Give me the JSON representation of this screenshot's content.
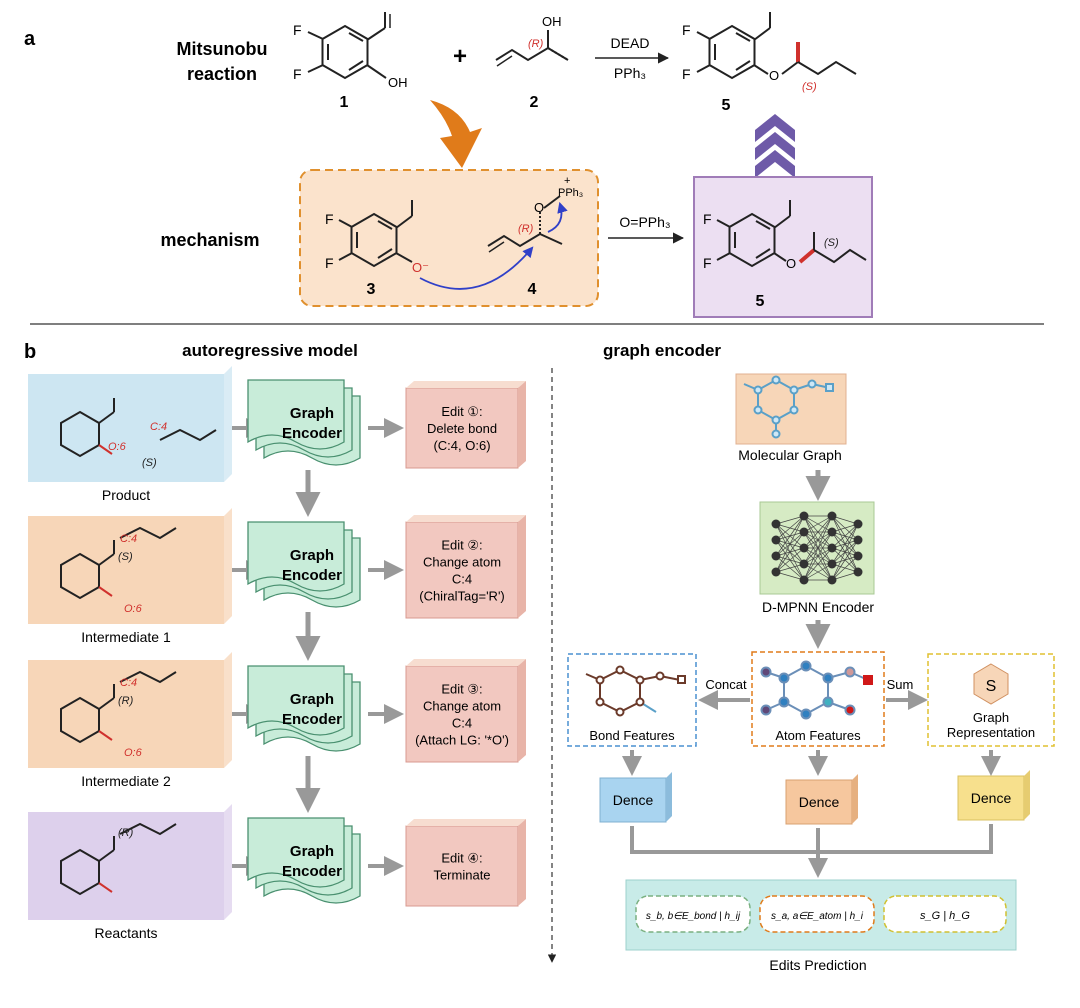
{
  "panel_a": {
    "letter": "a",
    "reaction_title_line1": "Mitsunobu",
    "reaction_title_line2": "reaction",
    "mechanism_title": "mechanism",
    "plus": "+",
    "reagent_top": "DEAD",
    "reagent_bottom": "PPh₃",
    "byproduct": "O=PPh₃",
    "compound_1": "1",
    "compound_2": "2",
    "compound_3": "3",
    "compound_4": "4",
    "compound_5": "5",
    "compound_5_box": "5",
    "stereo_R": "(R)",
    "stereo_S": "(S)",
    "atom_F": "F",
    "atom_OH": "OH",
    "atom_O": "O",
    "atom_O_minus": "O⁻",
    "atom_PPh3": "PPh₃",
    "plus_charge": "+"
  },
  "panel_b": {
    "letter": "b",
    "autoregressive_title": "autoregressive model",
    "graph_encoder_title": "graph encoder",
    "rows": [
      {
        "state_label": "Product",
        "encoder_line1": "Graph",
        "encoder_line2": "Encoder",
        "edit_lines": [
          "Edit ①:",
          "Delete bond",
          "(C:4, O:6)"
        ]
      },
      {
        "state_label": "Intermediate 1",
        "encoder_line1": "Graph",
        "encoder_line2": "Encoder",
        "edit_lines": [
          "Edit ②:",
          "Change atom",
          "C:4",
          "(ChiralTag='R')"
        ]
      },
      {
        "state_label": "Intermediate 2",
        "encoder_line1": "Graph",
        "encoder_line2": "Encoder",
        "edit_lines": [
          "Edit ③:",
          "Change atom",
          "C:4",
          "(Attach LG: '*O')"
        ]
      },
      {
        "state_label": "Reactants",
        "encoder_line1": "Graph",
        "encoder_line2": "Encoder",
        "edit_lines": [
          "Edit ④:",
          "Terminate"
        ]
      }
    ],
    "mol_labels": {
      "c4": "C:4",
      "o6": "O:6",
      "s": "(S)",
      "r": "(R)"
    },
    "encoder_flow": {
      "molecular_graph": "Molecular Graph",
      "dmpnn": "D-MPNN Encoder",
      "concat": "Concat",
      "sum": "Sum",
      "bond_features": "Bond Features",
      "atom_features": "Atom Features",
      "graph_rep_symbol": "S",
      "graph_rep_line1": "Graph",
      "graph_rep_line2": "Representation",
      "dence_1": "Dence",
      "dence_2": "Dence",
      "dence_3": "Dence",
      "edits_prediction": "Edits Prediction",
      "score_bond": "s_b, b∈E_bond | h_ij",
      "score_atom": "s_a, a∈E_atom | h_i",
      "score_graph": "s_G | h_G"
    }
  },
  "colors": {
    "orange_arrow": "#e07b1a",
    "purple_chevron": "#6e5aa8",
    "mech_box_fill": "#fbe3cc",
    "mech_box_stroke": "#e0902e",
    "prod_box_fill": "#ecdff2",
    "prod_box_stroke": "#a07cb8",
    "product_card": "#cde6f2",
    "intermediate_card": "#f7d6b8",
    "reactant_card": "#ddd0ec",
    "encoder_fill": "#c8ecd9",
    "edit_fill": "#f2c8c0",
    "edits_panel": "#c8ebe8",
    "dence_blue": "#a9d4f0",
    "dence_orange": "#f6c79e",
    "dence_yellow": "#f7e08d",
    "stereo_red": "#d0312d",
    "curved_arrow": "#3040c8"
  }
}
